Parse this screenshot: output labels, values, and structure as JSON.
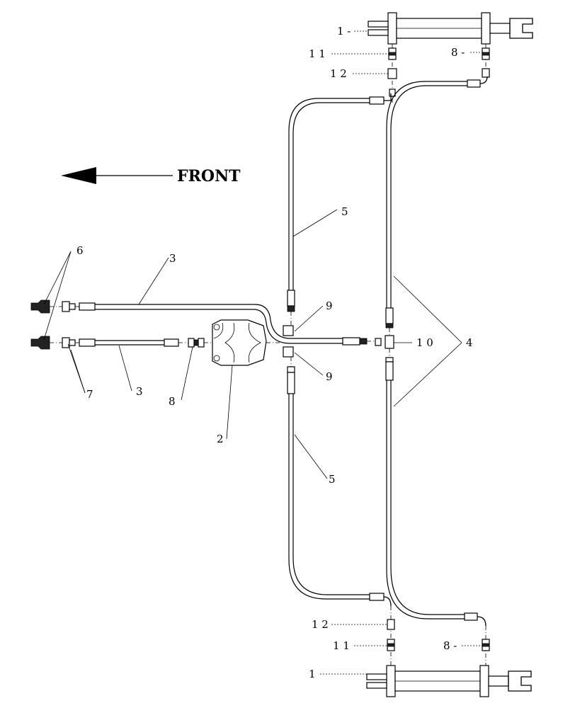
{
  "diagram": {
    "direction_label": "FRONT",
    "callouts": {
      "c1_top": "1 -",
      "c11_top": "1 1",
      "c12_top": "1 2",
      "c8_top": "8 -",
      "c5_upper": "5",
      "c6": "6",
      "c3_upper": "3",
      "c9_upper": "9",
      "c10": "1 0",
      "c4": "4",
      "c9_lower": "9",
      "c7": "7",
      "c3_lower": "3",
      "c8_mid": "8",
      "c2": "2",
      "c5_lower": "5",
      "c12_bottom": "1 2",
      "c11_bottom": "1 1",
      "c8_bottom": "8 -",
      "c1_bottom": "1"
    }
  }
}
